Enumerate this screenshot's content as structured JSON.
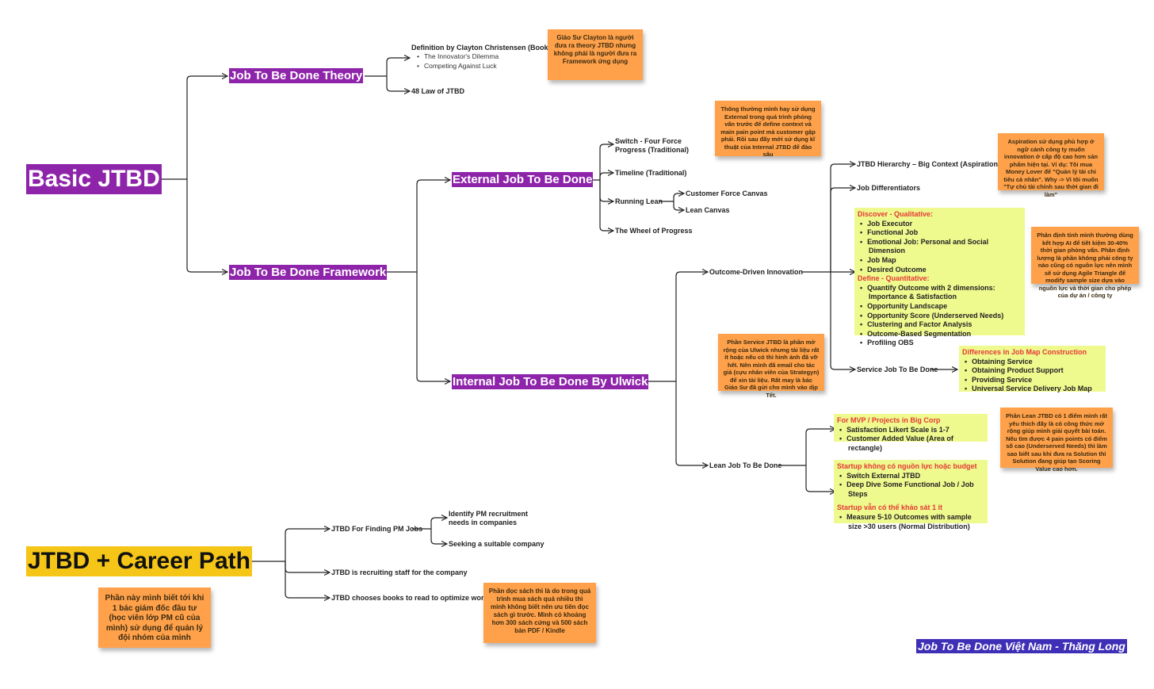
{
  "roots": {
    "basic": "Basic JTBD",
    "career": "JTBD + Career Path"
  },
  "branches": {
    "theory": "Job To Be Done Theory",
    "framework": "Job To Be Done Framework",
    "external": "External Job To Be Done",
    "internal": "Internal Job To Be Done By Ulwick"
  },
  "theory": {
    "definition": "Definition by Clayton Christensen (Book)",
    "books": [
      "The Innovator's Dilemma",
      "Competing Against Luck"
    ],
    "law": "48 Law of JTBD"
  },
  "external": {
    "switch": "Switch - Four Force Progress (Traditional)",
    "timeline": "Timeline (Traditional)",
    "running_lean": "Running Lean",
    "customer_force": "Customer Force Canvas",
    "lean_canvas": "Lean Canvas",
    "wheel": "The Wheel of Progress"
  },
  "internal": {
    "odi": "Outcome-Driven Innovation",
    "service": "Service Job To Be Done",
    "lean": "Lean Job To Be Done",
    "hierarchy": "JTBD Hierarchy – Big Context (Aspiration)",
    "differentiators": "Job Differentiators"
  },
  "odi_list": {
    "discover_head": "Discover - Qualitative:",
    "discover": [
      "Job Executor",
      "Functional Job",
      "Emotional Job: Personal and Social Dimension",
      "Job Map",
      "Desired Outcome"
    ],
    "define_head": "Define - Quantitative:",
    "define": [
      "Quantify Outcome with 2 dimensions: Importance & Satisfaction",
      "Opportunity Landscape",
      "Opportunity Score (Underserved Needs)",
      "Clustering and Factor Analysis",
      "Outcome-Based Segmentation",
      "Profiling OBS"
    ]
  },
  "service_list": {
    "head": "Differences in Job Map Construction",
    "items": [
      "Obtaining Service",
      "Obtaining Product Support",
      "Providing Service",
      "Universal Service Delivery Job Map"
    ]
  },
  "lean_lists": {
    "mvp_head": "For MVP / Projects in Big Corp",
    "mvp": [
      "Satisfaction Likert Scale is 1-7",
      "Customer Added Value (Area of rectangle)"
    ],
    "startup_head": "Startup không có nguồn lực hoặc budget",
    "startup": [
      "Switch External JTBD",
      "Deep Dive Some Functional Job / Job Steps"
    ],
    "survey_head": "Startup vẫn có thể khảo sát 1 ít",
    "survey": [
      "Measure 5-10 Outcomes with sample size >30 users (Normal Distribution)"
    ]
  },
  "career": {
    "finding": "JTBD For Finding PM Jobs",
    "identify": "Identify PM recruitment needs in companies",
    "seeking": "Seeking a suitable company",
    "recruiting": "JTBD is recruiting staff for the company",
    "books": "JTBD chooses books to read to optimize work"
  },
  "notes": {
    "clayton": "Giáo Sư Clayton là người đưa ra theory JTBD nhưng không phải là người đưa ra Framework ứng dụng",
    "external": "Thông thường mình hay sử dụng External trong quá trình phỏng vấn trước để define context và main pain point mà customer gặp phải. Rồi sau đấy mới sử dụng kĩ thuật của Internal JTBD để đào sâu",
    "aspiration": "Aspiration sử dụng phù hợp ở ngữ cảnh công ty muốn innovation ở cấp độ cao hơn sản phẩm hiện tại. Ví dụ: Tôi mua Money Lover để \"Quản lý tài chi tiêu cá nhân\". Why -> Vì tôi muốn \"Tự chủ tài chính sau thời gian đi làm\"",
    "define": "Phân định tính mình thường dùng kết hợp AI để tiết kiệm 30-40% thời gian phỏng vấn. Phân định lượng là phần không phải công ty nào cũng có nguồn lực nên mình sẽ sử dụng Agile Triangle để modify sample size dựa vào nguồn lực và thời gian cho phép của dự án / công ty",
    "service": "Phần Service JTBD là phần mở rộng của Ulwick nhưng tài liệu rất ít hoặc nếu có thì hình ảnh đã vỡ hết. Nên mình đã email cho tác giả (cựu nhân viên của Strategyn) để xin tài liệu. Rất may là bác Giáo Sư đã gửi cho mình vào dịp Tết.",
    "lean": "Phần Lean JTBD có 1 điểm mình rất yêu thích đấy là có công thức mở rộng giúp mình giải quyết bài toán. Nếu tìm được 4 pain points có điểm số cao (Underserved Needs) thì làm sao biết sau khi đưa ra Solution thì Solution đang giúp tạo Scoring Value cao hơn.",
    "career": "Phần này mình biết tới khi 1 bác giám đốc đầu tư (học viên lớp PM cũ của mình) sử dụng để quản lý đội nhóm của mình",
    "books": "Phần đọc sách thì là do trong quá trình mua sách quá nhiều thì mình không biết nên ưu tiên đọc sách gì trước. Mình có khoảng hơn 300 sách cứng và 500 sách bản PDF / Kindle"
  },
  "footer": "Job To Be Done Việt Nam - Thăng Long",
  "colors": {
    "purple": "#8e24aa",
    "yellow": "#f5c518",
    "orange_note": "#ffa14a",
    "list_yellow": "#eef98e",
    "red_heading": "#e53935",
    "footer_blue": "#3f2fb6"
  }
}
